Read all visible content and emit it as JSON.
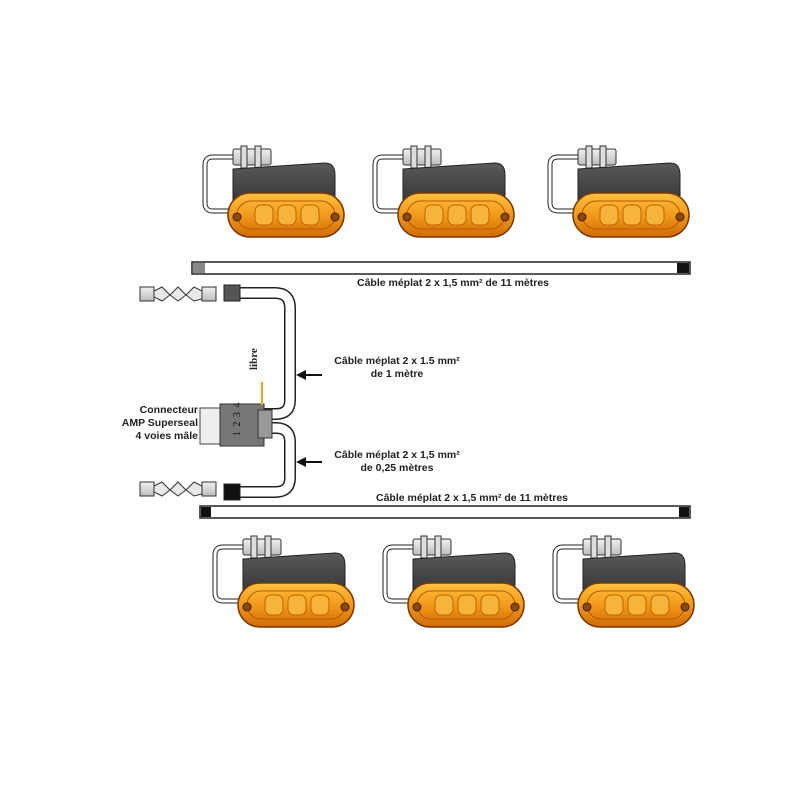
{
  "labels": {
    "top_cable": "Câble méplat 2 x 1,5 mm² de 11 mètres",
    "bottom_cable": "Câble méplat 2 x 1,5 mm² de 11 mètres",
    "cable_1m_line1": "Câble méplat 2 x 1.5 mm²",
    "cable_1m_line2": "de 1 mètre",
    "cable_025m_line1": "Câble méplat 2 x 1,5 mm²",
    "cable_025m_line2": "de 0,25 mètres",
    "connector_line1": "Connecteur",
    "connector_line2": "AMP Superseal",
    "connector_line3": "4 voies mâle",
    "libre": "libre",
    "pins": "1 2 3 4"
  },
  "colors": {
    "lens_amber": "#f0a020",
    "housing_dark": "#3a3a3a",
    "cable_white": "#ffffff",
    "cable_outline": "#222222"
  },
  "lamps": {
    "top_row_count": 3,
    "bottom_row_count": 3
  }
}
